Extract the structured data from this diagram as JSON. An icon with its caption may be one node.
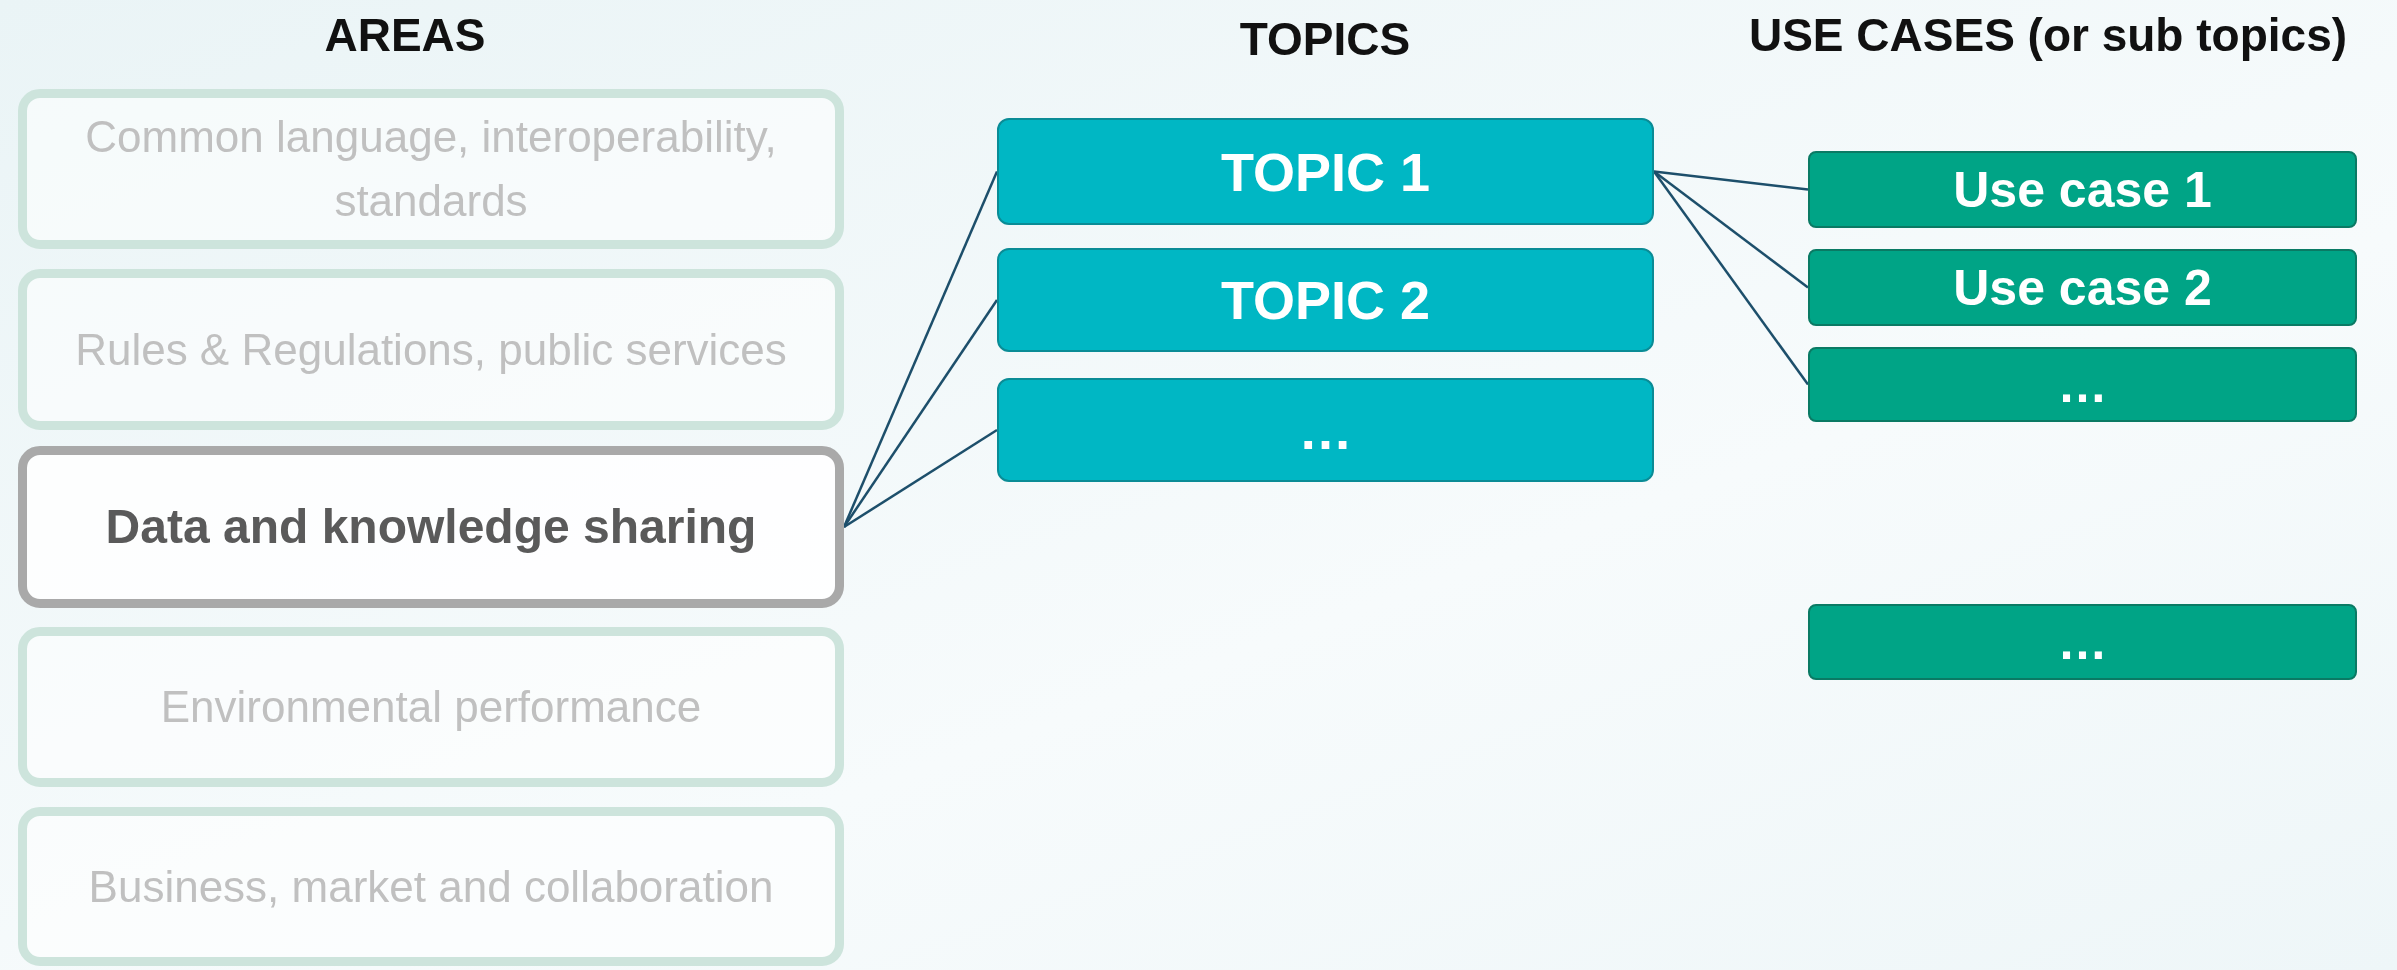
{
  "diagram": {
    "nodes": [
      {
        "text": [
          "Common language, interoperability, standards"
        ]
      },
      {
        "text": [
          "Rules & Regulations, public services"
        ]
      },
      {
        "text": [
          "Data and knowledge sharing"
        ]
      },
      {
        "text": [
          "Environmental performance"
        ]
      },
      {
        "text": [
          "Business, market and collaboration"
        ]
      },
      {
        "text": [
          "TOPIC 1"
        ]
      },
      {
        "text": [
          "TOPIC 2"
        ]
      },
      {
        "text": [
          "…"
        ]
      },
      {
        "text": [
          "Use case 1"
        ]
      },
      {
        "text": [
          "Use case 2"
        ]
      },
      {
        "text": [
          "…"
        ]
      },
      {
        "text": [
          "…"
        ]
      }
    ],
    "edges": [
      {
        "from": 2,
        "to": 5,
        "arrow": "none"
      },
      {
        "from": 2,
        "to": 6,
        "arrow": "none"
      },
      {
        "from": 2,
        "to": 7,
        "arrow": "none"
      },
      {
        "from": 5,
        "to": 8,
        "arrow": "none"
      },
      {
        "from": 5,
        "to": 9,
        "arrow": "none"
      },
      {
        "from": 5,
        "to": 10,
        "arrow": "none"
      }
    ],
    "labels": [
      "AREAS",
      "TOPICS",
      "USE CASES (or sub topics)"
    ]
  }
}
